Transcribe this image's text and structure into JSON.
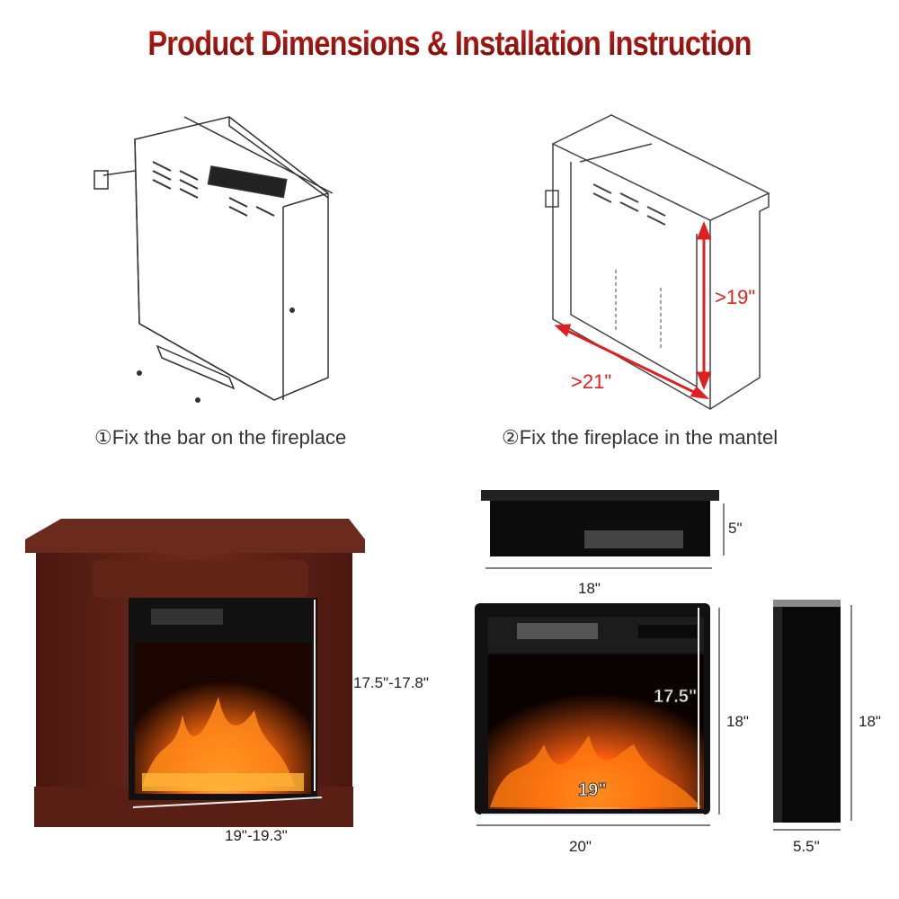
{
  "title": "Product Dimensions & Installation Instruction",
  "steps": [
    {
      "number_symbol": "①",
      "text": "Fix the bar on the fireplace"
    },
    {
      "number_symbol": "②",
      "text": "Fix the fireplace in the mantel"
    }
  ],
  "mantel_requirements": {
    "height": ">19\"",
    "width": ">21\""
  },
  "mantel_dimensions": {
    "height": "17.5\"-17.8\"",
    "width": "19\"-19.3\""
  },
  "insert_dimensions": {
    "top_depth": "5\"",
    "top_width": "18\"",
    "front_height": "18\"",
    "front_width": "20\"",
    "viewing_height": "17.5\"",
    "viewing_width": "19\"",
    "side_height": "18\"",
    "side_depth": "5.5\""
  },
  "colors": {
    "title_red": "#b3140f",
    "arrow_red": "#e02020",
    "mantel_brown": "#5a1f14",
    "flame": "#ff7a10"
  }
}
